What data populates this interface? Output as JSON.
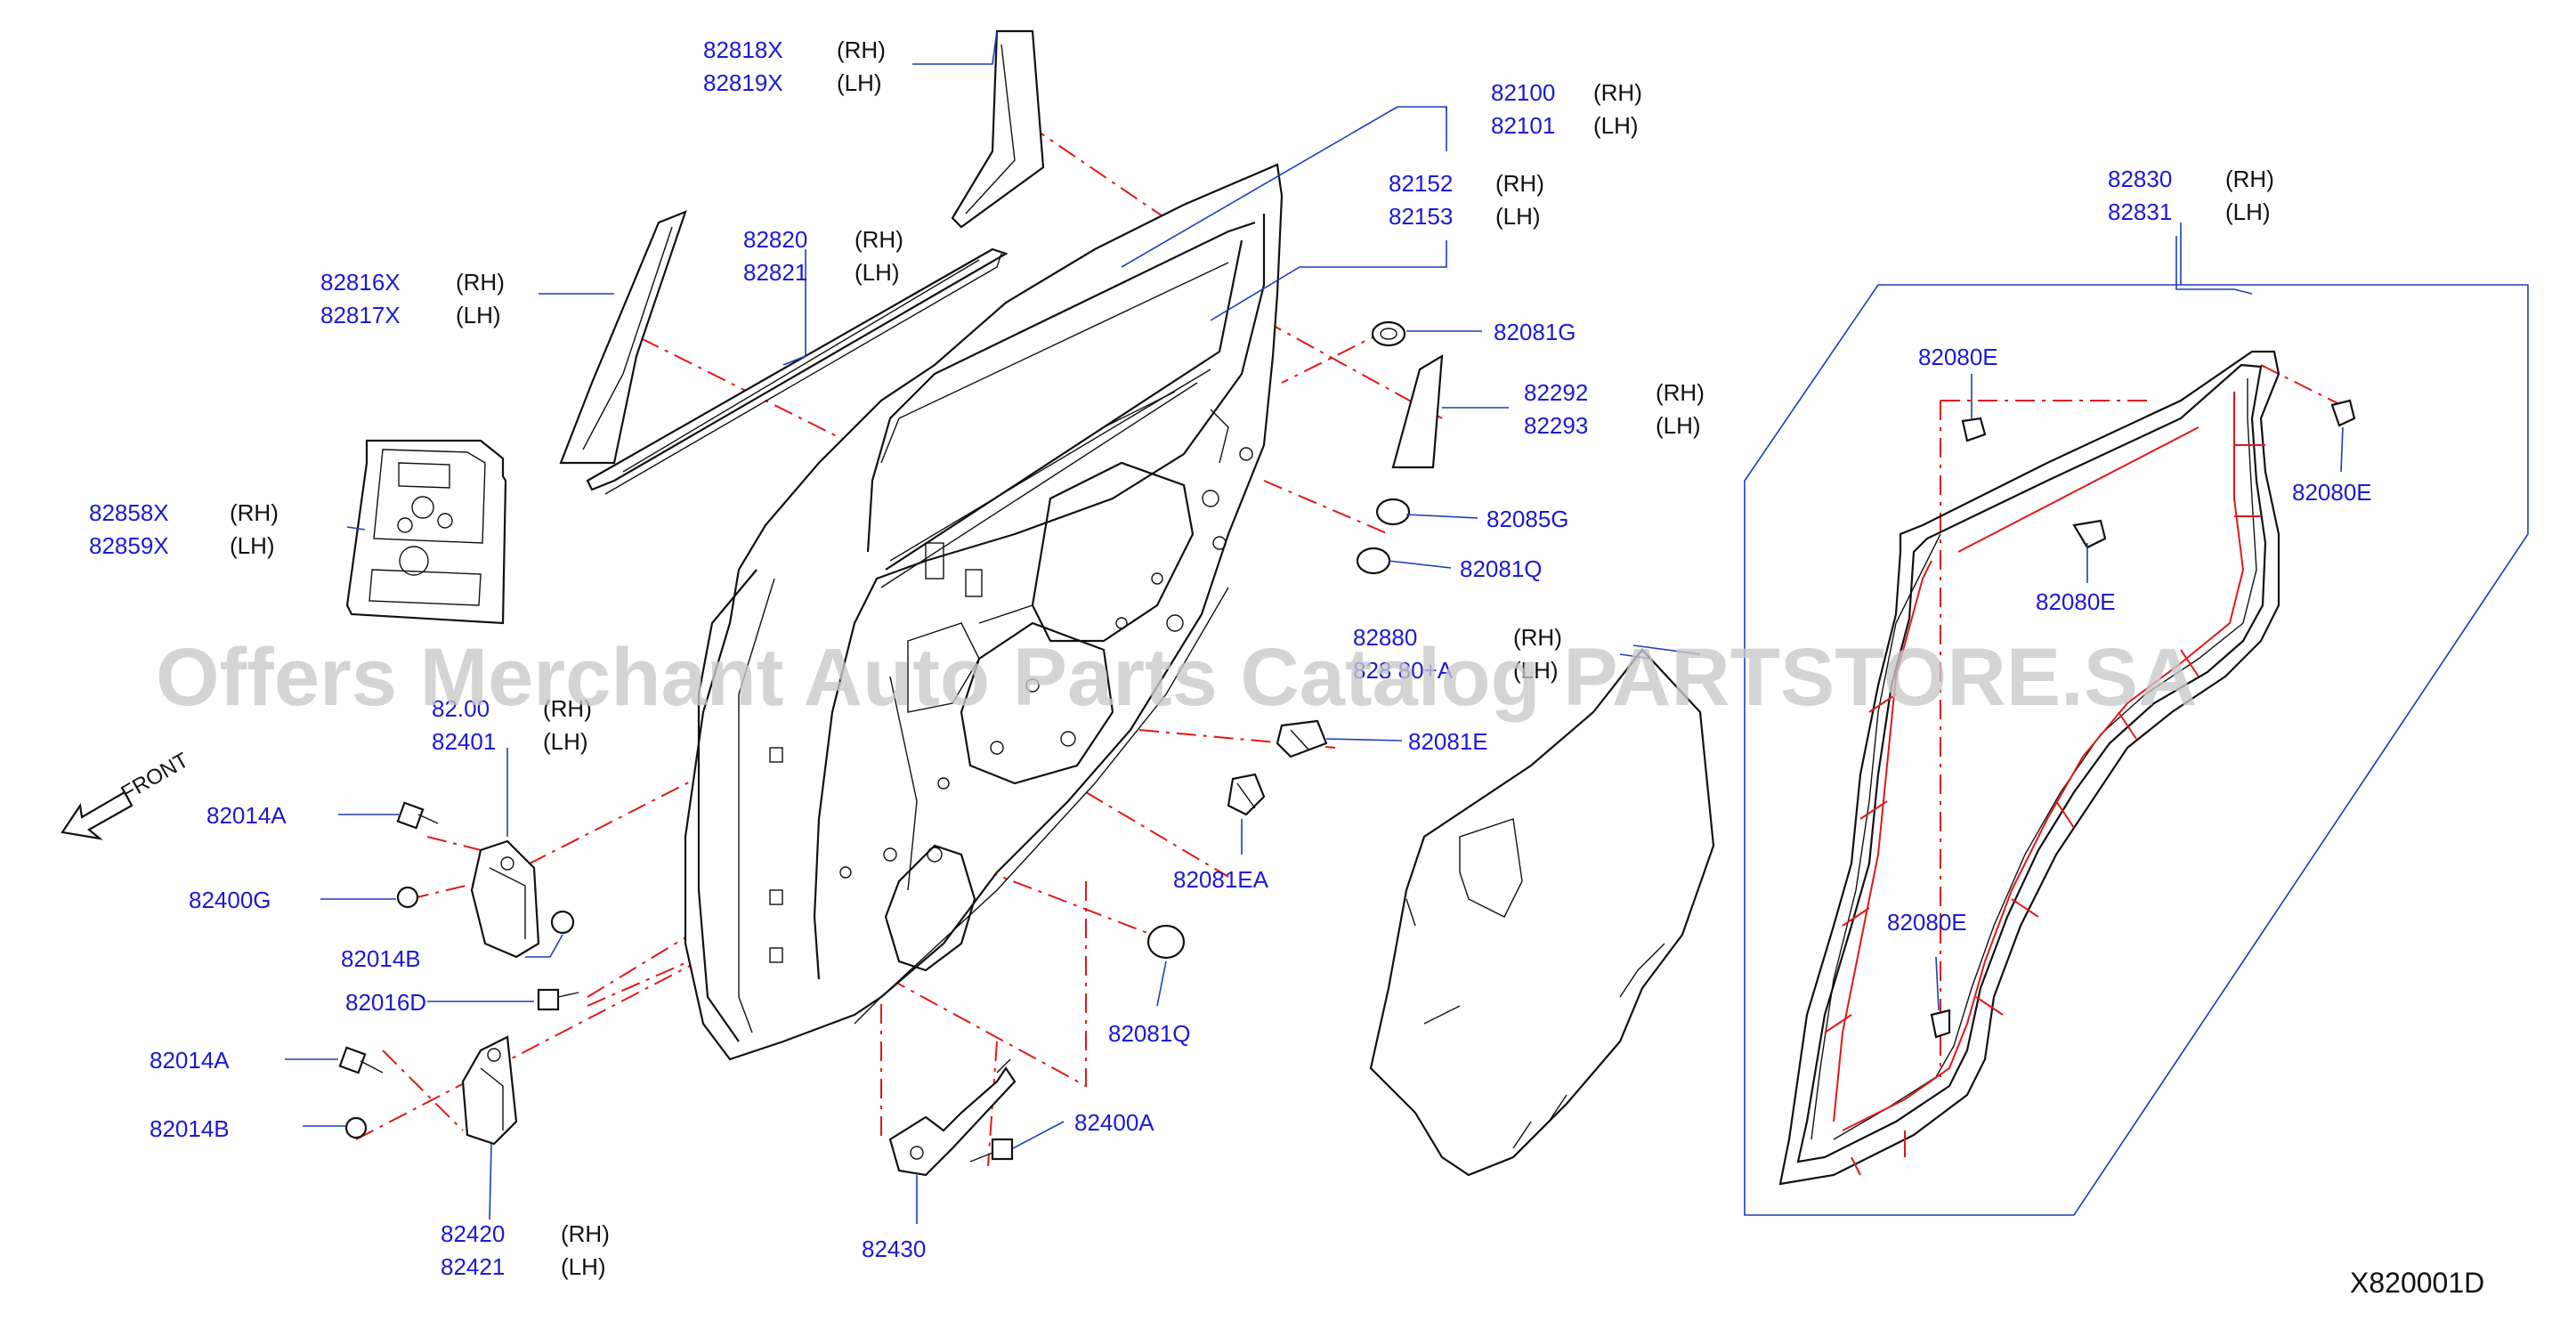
{
  "diagram_code": "X820001D",
  "watermark": "Offers Merchant Auto Parts Catalog PARTSTORE.SA",
  "front_label": "FRONT",
  "colors": {
    "part_number": "#1a1ad6",
    "side_label": "#111111",
    "leader": "#1a3fb5",
    "dash_line": "#e01818",
    "watermark": "#c9c9c9"
  },
  "callouts": [
    {
      "id": "c1",
      "number": "82818X",
      "side": "(RH)"
    },
    {
      "id": "c2",
      "number": "82819X",
      "side": "(LH)"
    },
    {
      "id": "c3",
      "number": "82100",
      "side": "(RH)"
    },
    {
      "id": "c4",
      "number": "82101",
      "side": "(LH)"
    },
    {
      "id": "c5",
      "number": "82152",
      "side": "(RH)"
    },
    {
      "id": "c6",
      "number": "82153",
      "side": "(LH)"
    },
    {
      "id": "c7",
      "number": "82820",
      "side": "(RH)"
    },
    {
      "id": "c8",
      "number": "82821",
      "side": "(LH)"
    },
    {
      "id": "c9",
      "number": "82816X",
      "side": "(RH)"
    },
    {
      "id": "c10",
      "number": "82817X",
      "side": "(LH)"
    },
    {
      "id": "c11",
      "number": "82081G",
      "side": ""
    },
    {
      "id": "c12",
      "number": "82292",
      "side": "(RH)"
    },
    {
      "id": "c13",
      "number": "82293",
      "side": "(LH)"
    },
    {
      "id": "c14",
      "number": "82858X",
      "side": "(RH)"
    },
    {
      "id": "c15",
      "number": "82859X",
      "side": "(LH)"
    },
    {
      "id": "c16",
      "number": "82085G",
      "side": ""
    },
    {
      "id": "c17",
      "number": "82081Q",
      "side": ""
    },
    {
      "id": "c18",
      "number": "82880",
      "side": "(RH)"
    },
    {
      "id": "c19",
      "number": "828  80+A",
      "side": "(LH)"
    },
    {
      "id": "c20",
      "number": "82.00",
      "side": "(RH)"
    },
    {
      "id": "c21",
      "number": "82401",
      "side": "(LH)"
    },
    {
      "id": "c22",
      "number": "82081E",
      "side": ""
    },
    {
      "id": "c23",
      "number": "82014A",
      "side": ""
    },
    {
      "id": "c24",
      "number": "82081EA",
      "side": ""
    },
    {
      "id": "c25",
      "number": "82400G",
      "side": ""
    },
    {
      "id": "c26",
      "number": "82014B",
      "side": ""
    },
    {
      "id": "c27",
      "number": "82016D",
      "side": ""
    },
    {
      "id": "c28",
      "number": "82081Q",
      "side": ""
    },
    {
      "id": "c29",
      "number": "82014A",
      "side": ""
    },
    {
      "id": "c30",
      "number": "82400A",
      "side": ""
    },
    {
      "id": "c31",
      "number": "82014B",
      "side": ""
    },
    {
      "id": "c32",
      "number": "82420",
      "side": "(RH)"
    },
    {
      "id": "c33",
      "number": "82421",
      "side": "(LH)"
    },
    {
      "id": "c34",
      "number": "82430",
      "side": ""
    },
    {
      "id": "c35",
      "number": "82830",
      "side": "(RH)"
    },
    {
      "id": "c36",
      "number": "82831",
      "side": "(LH)"
    },
    {
      "id": "c37",
      "number": "82080E",
      "side": ""
    },
    {
      "id": "c38",
      "number": "82080E",
      "side": ""
    },
    {
      "id": "c39",
      "number": "82080E",
      "side": ""
    },
    {
      "id": "c40",
      "number": "82080E",
      "side": ""
    }
  ]
}
